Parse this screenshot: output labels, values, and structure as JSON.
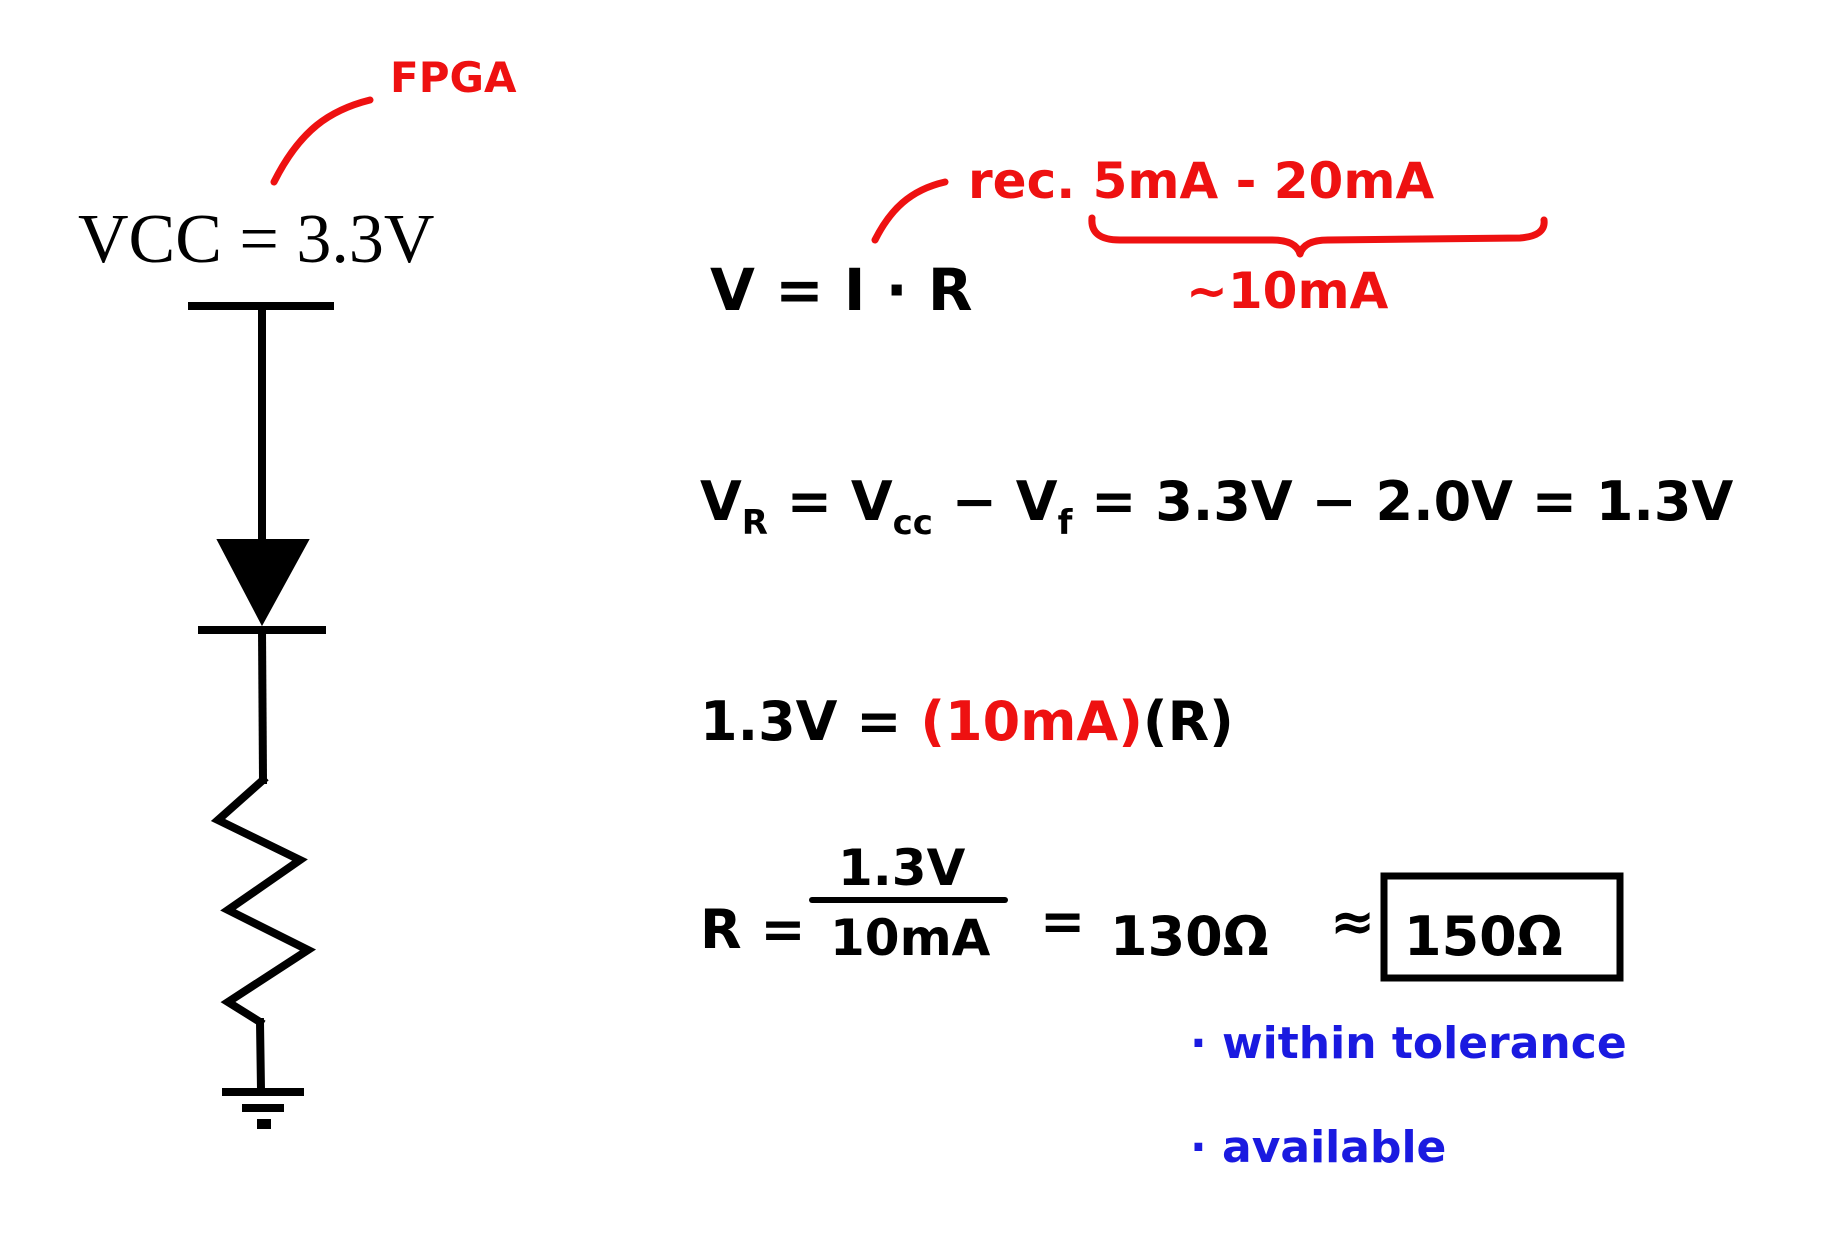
{
  "colors": {
    "ink": "#000000",
    "annotation": "#ee1111",
    "note": "#1a1ae0"
  },
  "circuit": {
    "supply_label": "VCC = 3.3V",
    "supply_note": "FPGA",
    "components": [
      "supply-rail",
      "led-diode",
      "resistor",
      "ground"
    ]
  },
  "equations": {
    "ohms_law": "V = I · R",
    "current_note": "rec. 5mA - 20mA",
    "current_choice": "~10mA",
    "vr_lhs": "V",
    "vr_lhs_sub": "R",
    "vr_eq1": " = V",
    "vr_cc_sub": "cc",
    "vr_minus": " − V",
    "vr_f_sub": "f",
    "vr_rest": " = 3.3V − 2.0V = 1.3V",
    "sub_lhs": "1.3V = ",
    "sub_current": "(10mA)",
    "sub_r": "(R)",
    "r_lhs": "R =",
    "r_num": "1.3V",
    "r_den": "10mA",
    "r_eq": "=",
    "r_calc": "130Ω",
    "r_approx": "≈",
    "r_final": "150Ω"
  },
  "notes": [
    "· within tolerance",
    "· available"
  ]
}
